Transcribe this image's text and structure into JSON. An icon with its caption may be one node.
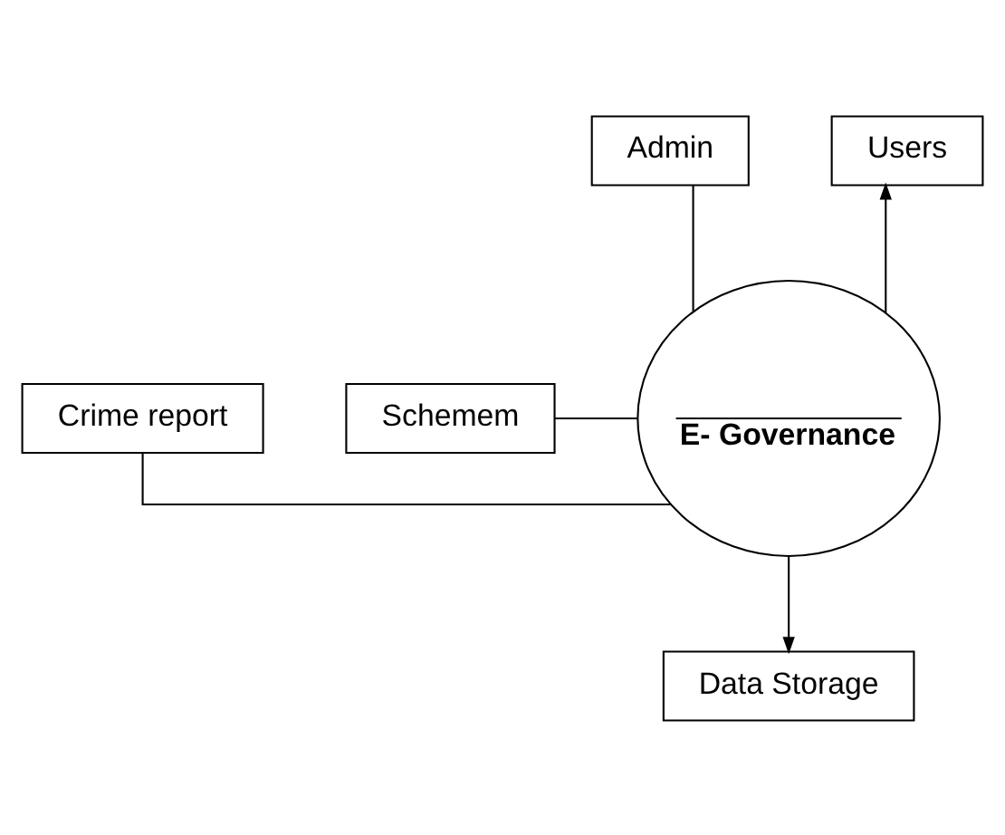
{
  "diagram": {
    "nodes": [
      {
        "text": [
          "Admin"
        ]
      },
      {
        "text": [
          "Users"
        ]
      },
      {
        "text": [
          "E- Governance"
        ]
      },
      {
        "text": [
          "Crime report"
        ]
      },
      {
        "text": [
          "Schemem"
        ]
      },
      {
        "text": [
          "Data Storage"
        ]
      }
    ],
    "edges": [
      {
        "from": 0,
        "to": 2,
        "arrow": "none"
      },
      {
        "from": 2,
        "to": 1,
        "arrow": "to"
      },
      {
        "from": 3,
        "to": 2,
        "arrow": "none"
      },
      {
        "from": 4,
        "to": 2,
        "arrow": "none"
      },
      {
        "from": 2,
        "to": 5,
        "arrow": "to"
      }
    ]
  }
}
